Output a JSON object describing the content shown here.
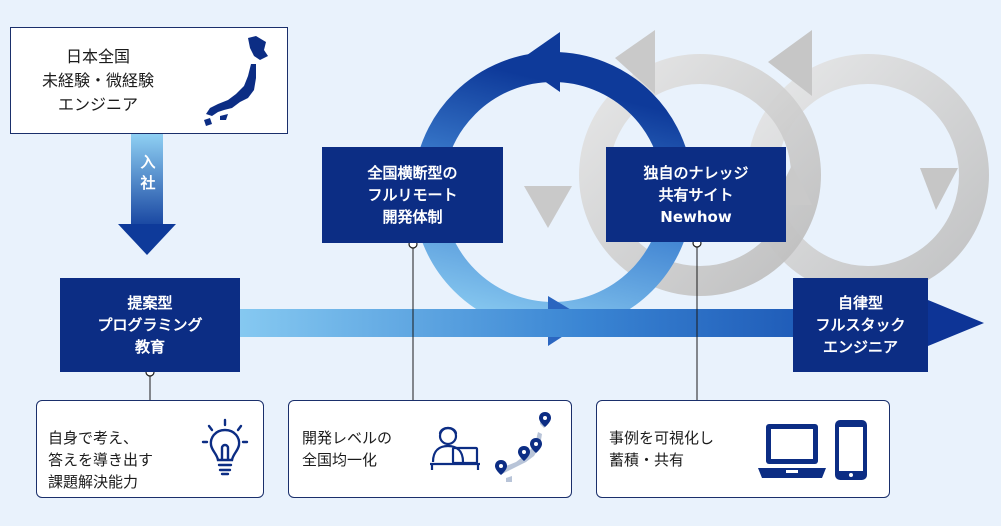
{
  "colors": {
    "navy": "#0c2d84",
    "blue_gradient_light": "#8fd0f3",
    "blue_gradient_dark": "#0e3a9a",
    "grey_cycle": "#c9c9c9",
    "background": "#e9f2fc"
  },
  "start_box": {
    "lines": [
      "日本全国",
      "未経験・微経験",
      "エンジニア"
    ],
    "icon": "japan-map-icon"
  },
  "join_arrow": {
    "label_lines": [
      "入",
      "社"
    ]
  },
  "education_box": {
    "lines": [
      "提案型",
      "プログラミング",
      "教育"
    ]
  },
  "remote_box": {
    "lines": [
      "全国横断型の",
      "フルリモート",
      "開発体制"
    ]
  },
  "knowledge_box": {
    "lines": [
      "独自のナレッジ",
      "共有サイト",
      "Newhow"
    ]
  },
  "goal_box": {
    "lines": [
      "自律型",
      "フルスタック",
      "エンジニア"
    ]
  },
  "info_cards": [
    {
      "lines": [
        "自身で考え、",
        "答えを導き出す",
        "課題解決能力"
      ],
      "icon": "lightbulb-icon"
    },
    {
      "lines": [
        "開発レベルの",
        "全国均一化"
      ],
      "icon": "developer-at-laptop-icon",
      "icon2": "japan-map-pins-icon"
    },
    {
      "lines": [
        "事例を可視化し",
        "蓄積・共有"
      ],
      "icon": "laptop-icon",
      "icon2": "smartphone-icon"
    }
  ]
}
